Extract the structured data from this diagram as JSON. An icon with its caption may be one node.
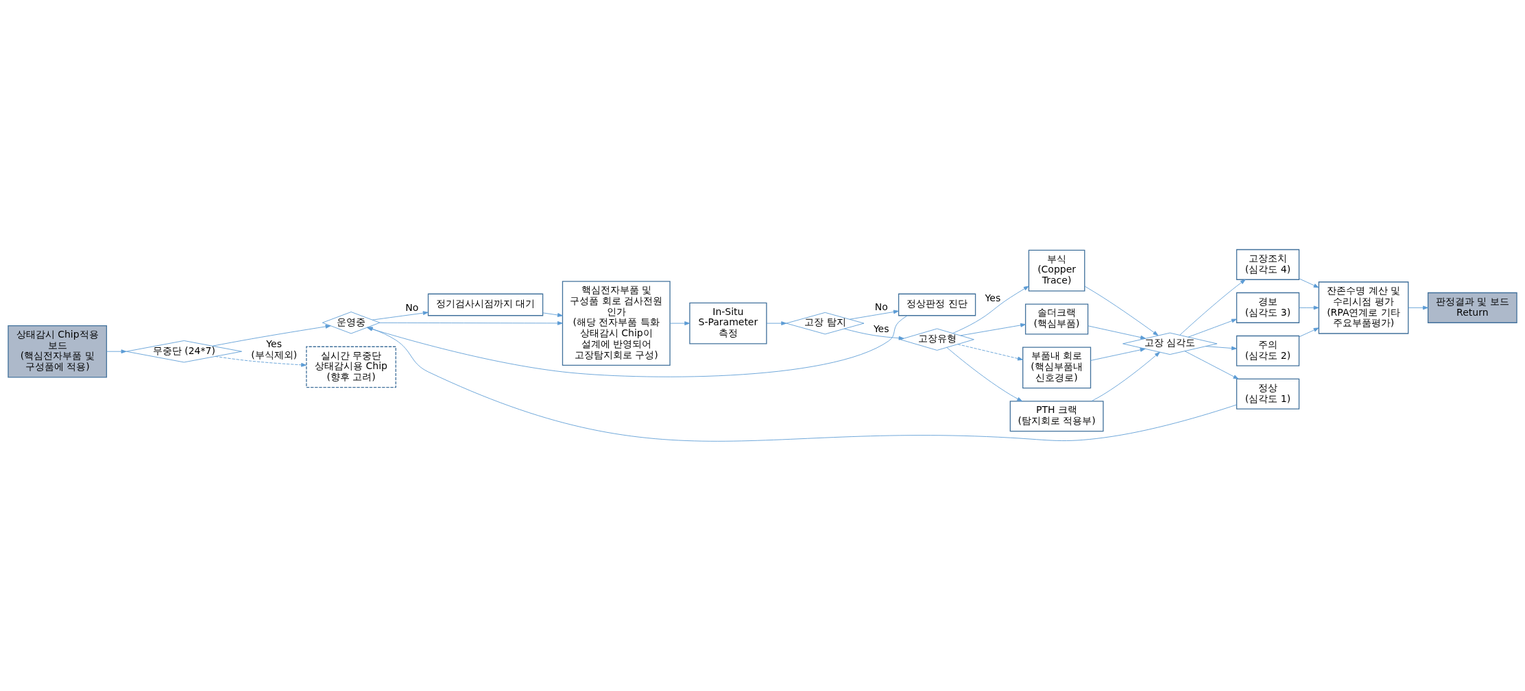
{
  "diagram": {
    "nodes": [
      {
        "text": [
          "상태감시 Chip적용 보드",
          "(핵심전자부품 및 구성품에 적용)"
        ]
      },
      {
        "text": [
          "무중단 (24*7)"
        ]
      },
      {
        "text": [
          "운영중"
        ]
      },
      {
        "text": [
          "실시간 무중단 상태감시용 Chip",
          "(향후 고려)"
        ]
      },
      {
        "text": [
          "정기검사시점까지 대기"
        ]
      },
      {
        "text": [
          "핵심전자부품 및 구성품 회로 검사전원 인가",
          "(해당 전자부품 특화 상태감시 Chip이 설계에 반영되어 고장탐지회로 구성)"
        ]
      },
      {
        "text": [
          "In-Situ S-Parameter 측정"
        ]
      },
      {
        "text": [
          "고장 탐지"
        ]
      },
      {
        "text": [
          "정상판정 진단"
        ]
      },
      {
        "text": [
          "고장유형"
        ]
      },
      {
        "text": [
          "부식",
          "(Copper Trace)"
        ]
      },
      {
        "text": [
          "솔더크랙",
          "(핵심부품)"
        ]
      },
      {
        "text": [
          "부품내 회로",
          "(핵심부품내 신호경로)"
        ]
      },
      {
        "text": [
          "PTH 크랙",
          "(탐지회로 적용부)"
        ]
      },
      {
        "text": [
          "고장 심각도"
        ]
      },
      {
        "text": [
          "고장조치",
          "(심각도 4)"
        ]
      },
      {
        "text": [
          "경보",
          "(심각도 3)"
        ]
      },
      {
        "text": [
          "주의",
          "(심각도 2)"
        ]
      },
      {
        "text": [
          "정상",
          "(심각도 1)"
        ]
      },
      {
        "text": [
          "잔존수명 계산 및 수리시점 평가",
          "(RPA연계로 기타 주요부품평가)"
        ]
      },
      {
        "text": [
          "판정결과 및 보드 Return"
        ]
      }
    ],
    "edges": [
      {
        "from": 0,
        "to": 1,
        "arrow": "to"
      },
      {
        "from": 1,
        "to": 2,
        "arrow": "to"
      },
      {
        "from": 1,
        "to": 3,
        "arrow": "to",
        "label": "Yes (부식제외)",
        "style": "dashed"
      },
      {
        "from": 2,
        "to": 4,
        "arrow": "to",
        "label": "No"
      },
      {
        "from": 4,
        "to": 5,
        "arrow": "to"
      },
      {
        "from": 2,
        "to": 5,
        "arrow": "to"
      },
      {
        "from": 5,
        "to": 6,
        "arrow": "to"
      },
      {
        "from": 6,
        "to": 7,
        "arrow": "to"
      },
      {
        "from": 7,
        "to": 8,
        "arrow": "to",
        "label": "No"
      },
      {
        "from": 7,
        "to": 9,
        "arrow": "to",
        "label": "Yes"
      },
      {
        "from": 9,
        "to": 10,
        "arrow": "to",
        "label": "Yes"
      },
      {
        "from": 9,
        "to": 11,
        "arrow": "to"
      },
      {
        "from": 9,
        "to": 12,
        "arrow": "to",
        "style": "dashed"
      },
      {
        "from": 9,
        "to": 13,
        "arrow": "to"
      },
      {
        "from": 10,
        "to": 14,
        "arrow": "to"
      },
      {
        "from": 11,
        "to": 14,
        "arrow": "to"
      },
      {
        "from": 12,
        "to": 14,
        "arrow": "to"
      },
      {
        "from": 13,
        "to": 14,
        "arrow": "to"
      },
      {
        "from": 14,
        "to": 15,
        "arrow": "to"
      },
      {
        "from": 14,
        "to": 16,
        "arrow": "to"
      },
      {
        "from": 14,
        "to": 17,
        "arrow": "to"
      },
      {
        "from": 14,
        "to": 18,
        "arrow": "to"
      },
      {
        "from": 15,
        "to": 19,
        "arrow": "to"
      },
      {
        "from": 16,
        "to": 19,
        "arrow": "to"
      },
      {
        "from": 17,
        "to": 19,
        "arrow": "to"
      },
      {
        "from": 19,
        "to": 20,
        "arrow": "to"
      },
      {
        "from": 8,
        "to": 2,
        "arrow": "to"
      },
      {
        "from": 18,
        "to": 2,
        "arrow": "to"
      }
    ]
  }
}
